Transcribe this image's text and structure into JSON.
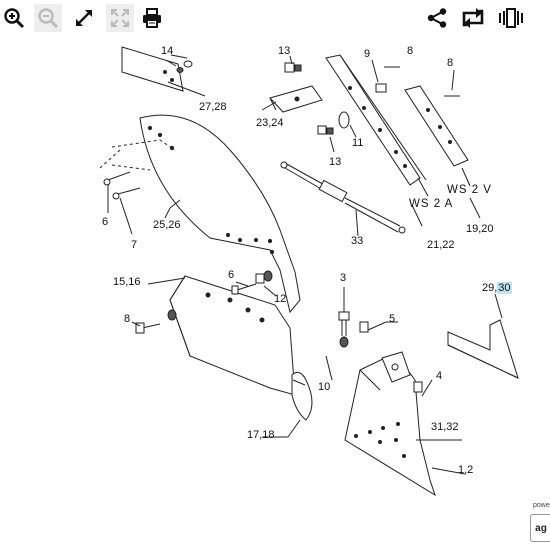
{
  "toolbar": {
    "left_buttons": [
      "zoom-in-icon",
      "zoom-out-icon",
      "expand-icon",
      "fit-icon",
      "print-icon"
    ],
    "right_buttons": [
      "share-icon",
      "rotate-icon",
      "slideshow-icon"
    ]
  },
  "diagram": {
    "labels": {
      "p14": "14",
      "p27_28": "27,28",
      "p13a": "13",
      "p23_24": "23,24",
      "p9": "9",
      "p8a": "8",
      "p8b": "8",
      "p11": "11",
      "p13b": "13",
      "p6a": "6",
      "p7": "7",
      "p25_26": "25,26",
      "ws2a": "WS 2 A",
      "ws2v": "WS 2 V",
      "p19_20": "19,20",
      "p21_22": "21,22",
      "p33": "33",
      "p15_16": "15,16",
      "p6b": "6",
      "p12": "12",
      "p8c": "8",
      "p3": "3",
      "p29": "29,",
      "p30": "30",
      "p5": "5",
      "p10": "10",
      "p4": "4",
      "p17_18": "17,18",
      "p31_32": "31,32",
      "p1_2": "1,2"
    }
  },
  "footer": {
    "powered": "powe",
    "logo": "ag"
  }
}
